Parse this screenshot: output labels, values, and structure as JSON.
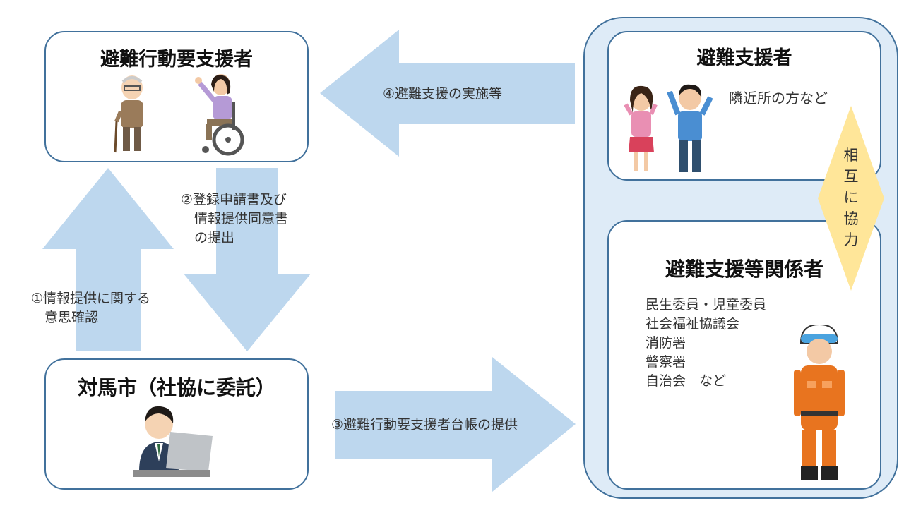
{
  "colors": {
    "arrow_fill": "#bdd7ee",
    "box_border": "#41719c",
    "group_fill": "#deebf7",
    "diamond_fill": "#ffe699"
  },
  "boxes": {
    "requiring_support": {
      "title": "避難行動要支援者",
      "icons": [
        "elderly-person-with-cane-icon",
        "person-in-wheelchair-icon"
      ]
    },
    "city": {
      "title": "対馬市（社協に委託）",
      "icons": [
        "office-worker-at-laptop-icon"
      ]
    },
    "supporters": {
      "title": "避難支援者",
      "note": "隣近所の方など",
      "icons": [
        "cheering-woman-icon",
        "cheering-man-icon"
      ]
    },
    "related_parties": {
      "title": "避難支援等関係者",
      "members": [
        "民生委員・児童委員",
        "社会福祉協議会",
        "消防署",
        "警察署",
        "自治会　など"
      ],
      "icons": [
        "firefighter-icon"
      ]
    }
  },
  "arrows": {
    "step1": "①情報提供に関する\n　意思確認",
    "step2": "②登録申請書及び\n　情報提供同意書\n　の提出",
    "step3": "③避難行動要支援者台帳の提供",
    "step4": "④避難支援の実施等"
  },
  "mutual": [
    "相",
    "互",
    "に",
    "協",
    "力"
  ]
}
